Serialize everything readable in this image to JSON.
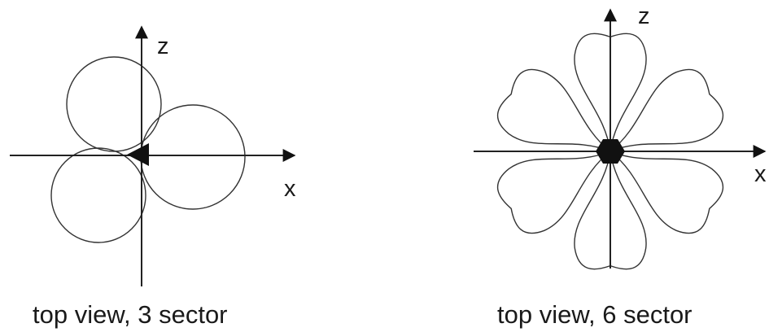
{
  "left_diagram": {
    "caption": "top view, 3 sector",
    "z_label": "z",
    "x_label": "x"
  },
  "right_diagram": {
    "caption": "top view, 6 sector",
    "z_label": "z",
    "x_label": "x"
  },
  "colors": {
    "stroke": "#222222",
    "fill_dark": "#111111",
    "background": "#ffffff"
  }
}
